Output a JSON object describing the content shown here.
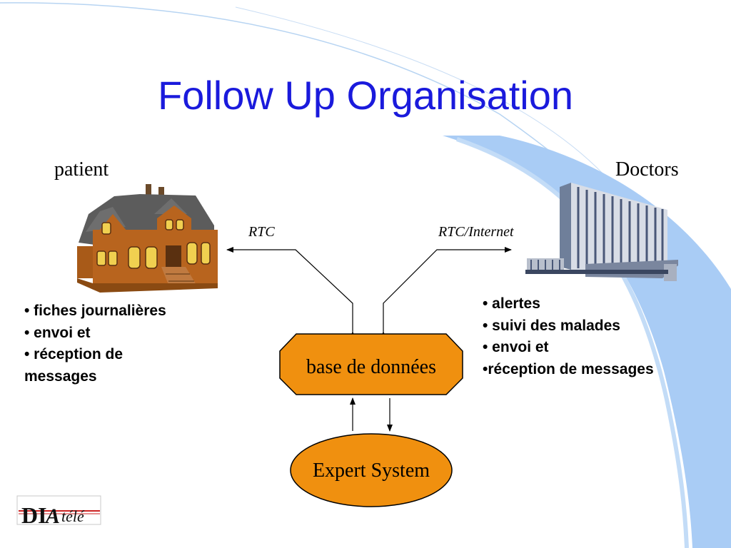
{
  "slide": {
    "title": "Follow Up Organisation",
    "patient_label": "patient",
    "doctors_label": "Doctors",
    "link_left_label": "RTC",
    "link_right_label": "RTC/Internet",
    "database_label": "base de données",
    "expert_system_label": "Expert  System",
    "patient_bullets": [
      "• fiches journalières",
      "• envoi et",
      "• réception de",
      "messages"
    ],
    "doctor_bullets": [
      "• alertes",
      "• suivi des malades",
      "• envoi et",
      "•réception de messages"
    ]
  },
  "colors": {
    "title": "#1a1adc",
    "shape_fill": "#f0900f",
    "house_brick": "#b8641e",
    "house_roof": "#5a5a5a",
    "decor_blue": "#9ec6f4"
  },
  "icons": [
    "house-icon",
    "hospital-building-icon",
    "dia-logo"
  ]
}
